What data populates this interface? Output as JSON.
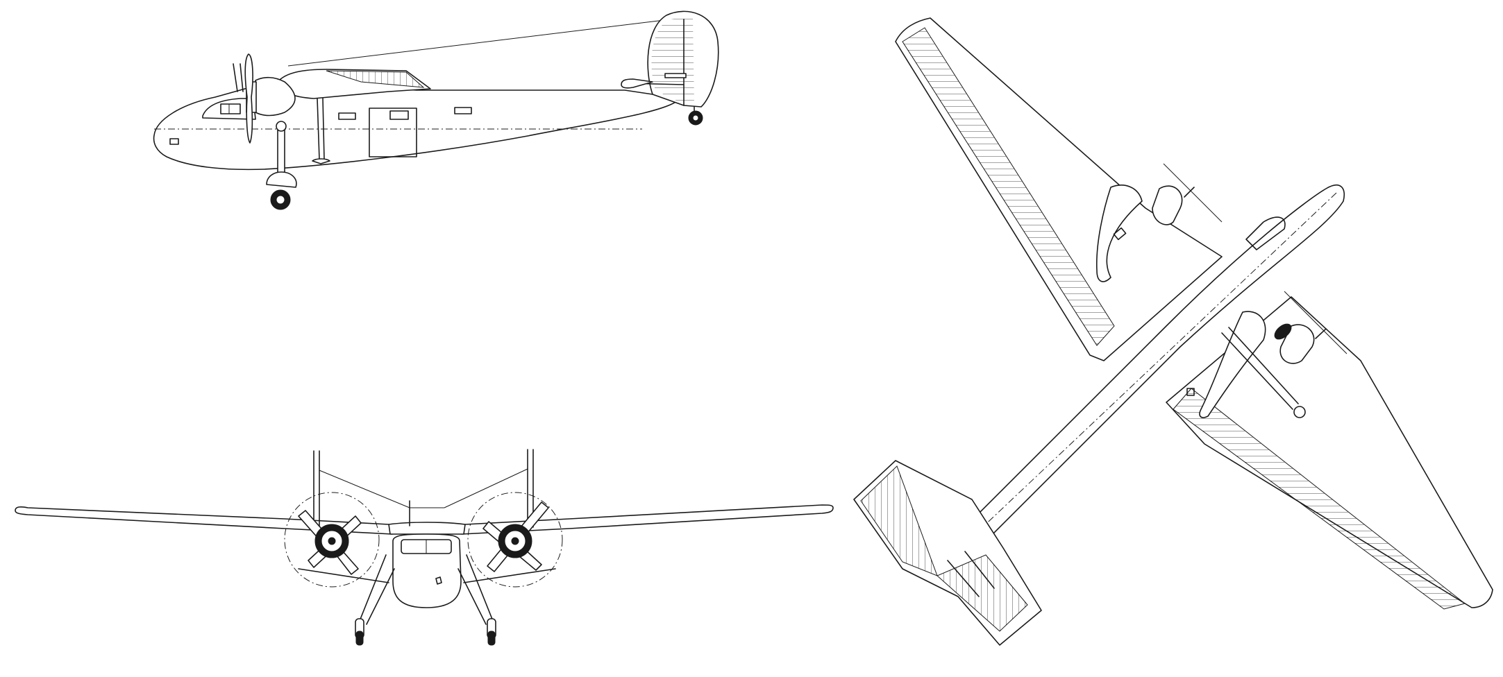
{
  "views": {
    "side": {
      "name": "side-view"
    },
    "front": {
      "name": "front-view"
    },
    "top": {
      "name": "top-view"
    }
  }
}
